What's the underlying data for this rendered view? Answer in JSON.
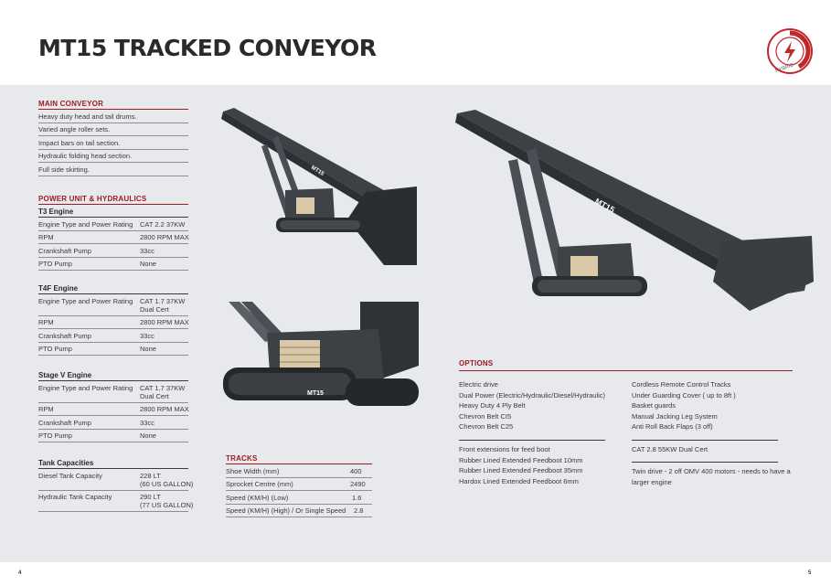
{
  "title": "MT15 TRACKED CONVEYOR",
  "badge": {
    "text": "HYBRID",
    "icon": "lightning-bolt-icon",
    "color": "#c0272d"
  },
  "colors": {
    "accent": "#9b1c22",
    "band": "#e7e9ec",
    "machine": "#3d4146"
  },
  "main_conveyor": {
    "heading": "MAIN CONVEYOR",
    "items": [
      "Heavy duty head and tail drums.",
      "Varied angle roller sets.",
      "Impact bars on tail section.",
      "Hydraulic folding head section.",
      "Full side skirting."
    ]
  },
  "power": {
    "heading": "POWER UNIT & HYDRAULICS",
    "t3": {
      "heading": "T3 Engine",
      "rows": [
        {
          "k": "Engine Type and Power Rating",
          "v": "CAT 2.2  37KW"
        },
        {
          "k": "RPM",
          "v": "2800 RPM MAX"
        },
        {
          "k": "Crankshaft Pump",
          "v": "33cc"
        },
        {
          "k": "PTO Pump",
          "v": "None"
        }
      ]
    },
    "t4f": {
      "heading": "T4F Engine",
      "rows": [
        {
          "k": "Engine Type and Power Rating",
          "v": "CAT 1.7 37KW",
          "v2": "Dual Cert"
        },
        {
          "k": "RPM",
          "v": "2800 RPM MAX"
        },
        {
          "k": "Crankshaft Pump",
          "v": "33cc"
        },
        {
          "k": "PTO Pump",
          "v": "None"
        }
      ]
    },
    "stage5": {
      "heading": "Stage V Engine",
      "rows": [
        {
          "k": "Engine Type and Power Rating",
          "v": "CAT 1.7 37KW",
          "v2": "Dual Cert"
        },
        {
          "k": "RPM",
          "v": "2800 RPM MAX"
        },
        {
          "k": "Crankshaft Pump",
          "v": "33cc"
        },
        {
          "k": "PTO Pump",
          "v": "None"
        }
      ]
    }
  },
  "tank": {
    "heading": "Tank Capacities",
    "rows": [
      {
        "k": "Diesel Tank Capacity",
        "v": "228 LT",
        "v2": "(60 US GALLON)"
      },
      {
        "k": "Hydraulic Tank Capacity",
        "v": "290 LT",
        "v2": "(77 US GALLON)"
      }
    ]
  },
  "tracks": {
    "heading": "TRACKS",
    "rows": [
      {
        "k": "Shoe Width (mm)",
        "v": "400"
      },
      {
        "k": "Sprocket Centre (mm)",
        "v": "2490"
      },
      {
        "k": "Speed (KM/H) (Low)",
        "v": "1.6"
      },
      {
        "k": "Speed (KM/H) (High) / Or Single Speed",
        "v": "2.8"
      }
    ]
  },
  "options": {
    "heading": "OPTIONS",
    "left_a": [
      "Electric drive",
      "Dual Power (Electric/Hydraulic/Diesel/Hydraulic)",
      "Heavy Duty 4 Ply Belt",
      "Chevron Belt CI5",
      "Chevron Belt C25"
    ],
    "left_b": [
      "Front extensions for feed boot",
      "Rubber Lined Extended Feedboot 10mm",
      "Rubber Lined Extended Feedboot 35mm",
      "Hardox Lined Extended Feedboot 6mm"
    ],
    "right_a": [
      "Cordless Remote Control Tracks",
      "Under Guarding Cover ( up to 8ft )",
      "Basket guards",
      "Manual Jacking Leg System",
      "Anti Roll Back Flaps (3 off)"
    ],
    "right_b": [
      "CAT 2.8 55KW Dual Cert"
    ],
    "right_c": [
      "Twin drive - 2 off OMV 400 motors - needs to have a",
      "larger engine"
    ]
  },
  "machine_label": "MT15",
  "page_left": "4",
  "page_right": "5"
}
